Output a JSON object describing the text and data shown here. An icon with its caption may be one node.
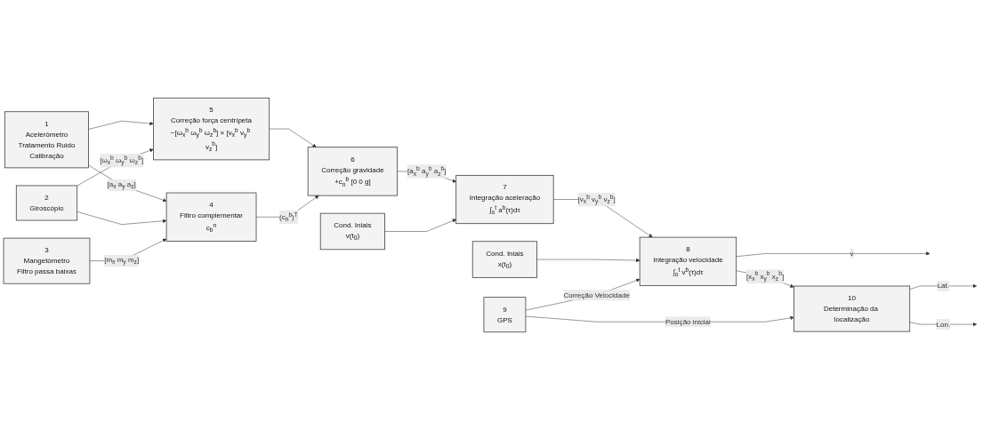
{
  "diagram": {
    "nodes": [
      {
        "text": [
          "1",
          "Acelerómetro",
          "Tratamento Ruido",
          "Calibração"
        ]
      },
      {
        "text": [
          "2",
          "Giroscópio"
        ]
      },
      {
        "text": [
          "3",
          "Mangetómetro",
          "Filtro passa baixas"
        ]
      },
      {
        "text": [
          "4",
          "Filtro complementar",
          "c$_{b}$$^{n}$"
        ]
      },
      {
        "text": [
          "5",
          "Correção força centrípeta",
          "−[ω$_{x}$$^{b}$ ω$_{y}$$^{b}$ ω$_{z}$$^{b}$] × [v$_{x}$$^{b}$ v$_{y}$$^{b}$ v$_{z}$$^{b}$]"
        ]
      },
      {
        "text": [
          "6",
          "Correção gravidade",
          "+c$_{n}$$^{b}$ [0 0 g]"
        ]
      },
      {
        "text": [
          "7",
          "Integração aceleração",
          "∫$_{o}$$^{t}$ a$^{b}$(τ)dτ"
        ]
      },
      {
        "text": [
          "8",
          "Integração velocidade",
          "∫$_{o}$$^{t}$ v$^{b}$(τ)dτ"
        ]
      },
      {
        "text": [
          "9",
          "GPS"
        ]
      },
      {
        "text": [
          "10",
          "Determinação da localização"
        ]
      },
      {
        "text": [
          "Cond. Iniais",
          "v(t$_{0}$)"
        ]
      },
      {
        "text": [
          "Cond. Iniais",
          "x(t$_{0}$)"
        ]
      }
    ],
    "edges": [
      {
        "from": 0,
        "to": 4,
        "arrow": "to"
      },
      {
        "from": 1,
        "to": 4,
        "arrow": "to",
        "label": "[ω$_{x}$$^{b}$ ω$_{y}$$^{b}$ ω$_{z}$$^{b}$]"
      },
      {
        "from": 0,
        "to": 3,
        "arrow": "to",
        "label": "[a$_{x}$ a$_{y}$ a$_{z}$]"
      },
      {
        "from": 1,
        "to": 3,
        "arrow": "to"
      },
      {
        "from": 2,
        "to": 3,
        "arrow": "to",
        "label": "[m$_{x}$ m$_{y}$ m$_{z}$]"
      },
      {
        "from": 4,
        "to": 5,
        "arrow": "to"
      },
      {
        "from": 3,
        "to": 5,
        "arrow": "to",
        "label": "(c$_{n}$$^{b}$)$^{T}$"
      },
      {
        "from": 5,
        "to": 6,
        "arrow": "to",
        "label": "[a$_{x}$$^{b}$ a$_{y}$$^{b}$ a$_{z}$$^{b}$]"
      },
      {
        "from": 6,
        "to": 7,
        "arrow": "to",
        "label": "[v$_{x}$$^{b}$ v$_{y}$$^{b}$ v$_{z}$$^{b}$]"
      },
      {
        "from": 10,
        "to": 6,
        "arrow": "to"
      },
      {
        "from": 11,
        "to": 7,
        "arrow": "to"
      },
      {
        "from": 8,
        "to": 7,
        "arrow": "to",
        "label": "Correção Velocidade"
      },
      {
        "from": 7,
        "to": null,
        "arrow": "to",
        "label": "v"
      },
      {
        "from": 7,
        "to": 9,
        "arrow": "to",
        "label": "[x$_{x}$$^{b}$ x$_{y}$$^{b}$ x$_{z}$$^{b}$]"
      },
      {
        "from": 8,
        "to": 9,
        "arrow": "to",
        "label": "Posição inicial"
      },
      {
        "from": 9,
        "to": null,
        "arrow": "to",
        "label": "Lat."
      },
      {
        "from": 9,
        "to": null,
        "arrow": "to",
        "label": "Lon."
      }
    ]
  }
}
